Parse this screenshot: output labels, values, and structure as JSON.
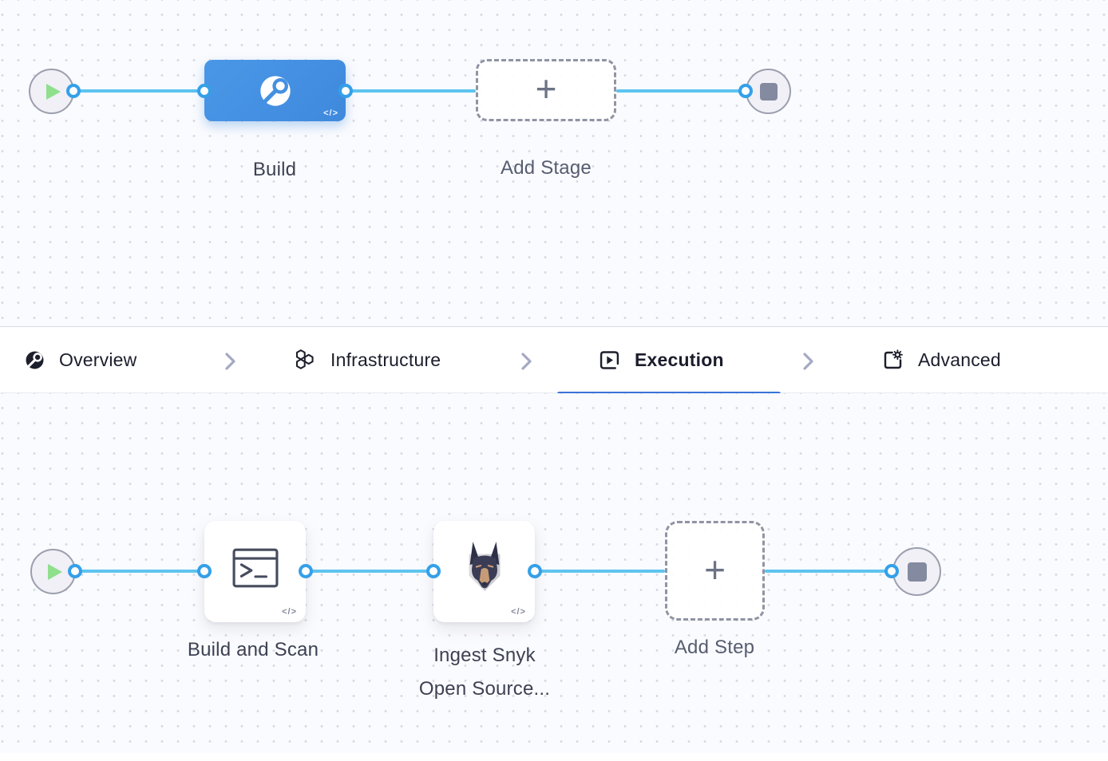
{
  "pipeline": {
    "stage_row": {
      "stage_name": "Build",
      "stage_code_badge": "</>",
      "add_stage_label": "Add Stage",
      "add_stage_plus": "+"
    },
    "tabs": {
      "overview_label": "Overview",
      "infrastructure_label": "Infrastructure",
      "execution_label": "Execution",
      "advanced_label": "Advanced",
      "active_tab": "Execution"
    },
    "step_row": {
      "step1_name": "Build and Scan",
      "step1_code_badge": "</>",
      "step2_name_line1": "Ingest Snyk",
      "step2_name_line2": "Open Source...",
      "step2_code_badge": "</>",
      "add_step_label": "Add Step",
      "add_step_plus": "+"
    },
    "colors": {
      "stage_blue": "#4490e2",
      "edge_blue": "#5ec4ef",
      "port_ring_blue": "#35a0e8",
      "active_tab_underline": "#3874da",
      "play_green": "#8fdf8d",
      "stop_gray": "#848aa0"
    }
  }
}
